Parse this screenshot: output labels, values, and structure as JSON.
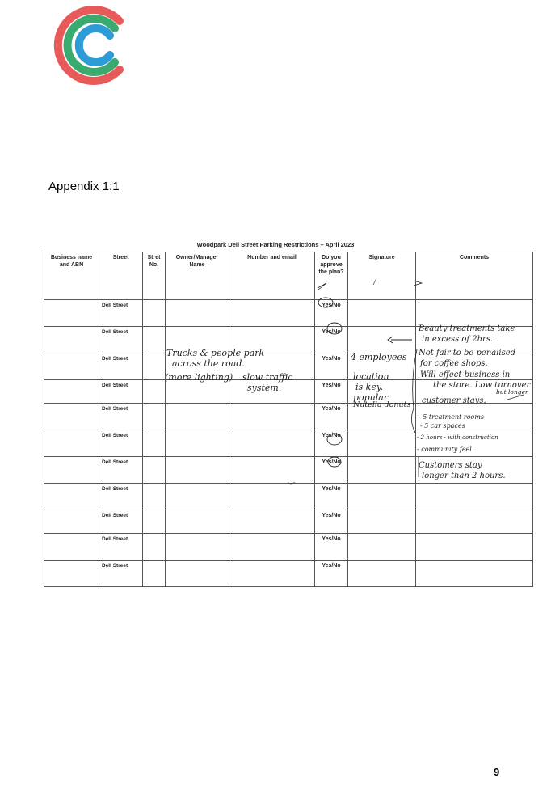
{
  "logo": {
    "name": "cc-logo",
    "colors": {
      "outer": "#e8595a",
      "middle": "#3aaa6e",
      "inner": "#2d9bd6"
    }
  },
  "appendix_title": "Appendix 1:1",
  "form": {
    "title": "Woodpark Dell Street Parking Restrictions – April 2023",
    "headers": [
      "Business name and ABN",
      "Street",
      "Stret No.",
      "Owner/Manager Name",
      "Number and email",
      "Do you approve the plan?",
      "Signature",
      "Comments"
    ],
    "rows": [
      {
        "street": "Dell Street",
        "approve": "Yes/No"
      },
      {
        "street": "Dell Street",
        "approve": "Yes/No"
      },
      {
        "street": "Dell Street",
        "approve": "Yes/No"
      },
      {
        "street": "Dell Street",
        "approve": "Yes/No"
      },
      {
        "street": "Dell Street",
        "approve": "Yes/No"
      },
      {
        "street": "Dell Street",
        "approve": "Yes/No"
      },
      {
        "street": "Dell Street",
        "approve": "Yes/No"
      },
      {
        "street": "Dell Street",
        "approve": "Yes/No"
      },
      {
        "street": "Dell Street",
        "approve": "Yes/No"
      },
      {
        "street": "Dell Street",
        "approve": "Yes/No"
      },
      {
        "street": "Dell Street",
        "approve": "Yes/No"
      }
    ],
    "handwriting": {
      "owner_line1": "Trucks & people park",
      "owner_line2": "across the road.",
      "owner_line3": "(more lighting)",
      "number_line1": "slow traffic",
      "number_line2": "system.",
      "sig1": "4 employees",
      "sig2": "location",
      "sig3": "is key.",
      "sig4": "popular",
      "sig5": "Nutella donuts",
      "comment1a": "Beauty treatments take",
      "comment1b": "in excess of 2hrs.",
      "comment2a": "Not fair to be penalised",
      "comment2b": "for coffee shops.",
      "comment3a": "Will effect business in",
      "comment3b": "the store. Low turnover",
      "comment3c": "but longer",
      "comment4": "customer stays.",
      "comment5a": "- 5 treatment rooms",
      "comment5b": "- 5 car spaces",
      "comment6a": "- 2 hours - with construction",
      "comment6b": "- community feel.",
      "comment7a": "Customers stay",
      "comment7b": "longer than 2 hours."
    }
  },
  "page_number": "9"
}
